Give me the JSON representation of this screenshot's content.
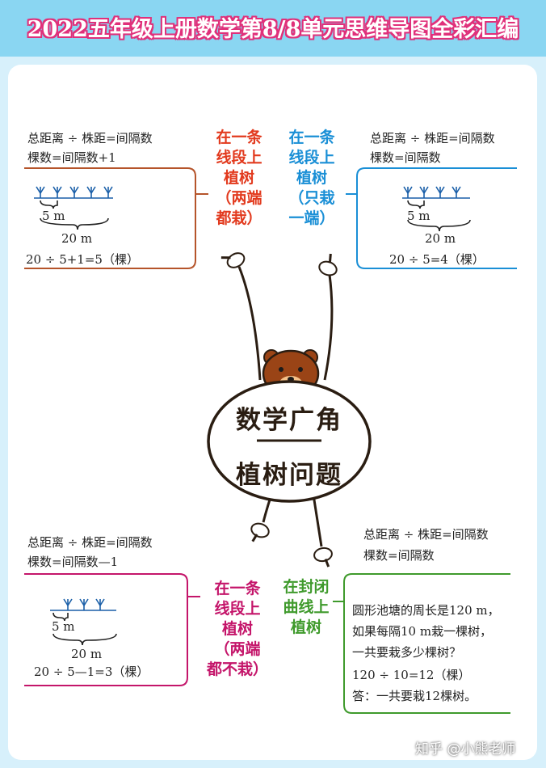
{
  "header": {
    "title": "2022五年级上册数学第8/8单元思维导图全彩汇编"
  },
  "center": {
    "line1": "数学广角",
    "line2": "植树问题"
  },
  "branch_tl": {
    "title_lines": [
      "在一条",
      "线段上",
      "植树",
      "（两端",
      "都栽）"
    ],
    "formula1": "总距离 ÷ 株距=间隔数",
    "formula2": "棵数=间隔数+1",
    "seg_label": "5 m",
    "total_label": "20 m",
    "calc": "20 ÷ 5+1=5（棵）",
    "color": "#e23a1e"
  },
  "branch_tr": {
    "title_lines": [
      "在一条",
      "线段上",
      "植树",
      "（只栽",
      "一端）"
    ],
    "formula1": "总距离 ÷ 株距=间隔数",
    "formula2": "棵数=间隔数",
    "seg_label": "5 m",
    "total_label": "20 m",
    "calc": "20 ÷ 5=4（棵）",
    "color": "#1a8fd6"
  },
  "branch_bl": {
    "title_lines": [
      "在一条",
      "线段上",
      "植树",
      "（两端",
      "都不栽）"
    ],
    "formula1": "总距离 ÷ 株距=间隔数",
    "formula2": "棵数=间隔数—1",
    "seg_label": "5 m",
    "total_label": "20 m",
    "calc": "20 ÷ 5—1=3（棵）",
    "color": "#c4156a"
  },
  "branch_br": {
    "title_lines": [
      "在封闭",
      "曲线上",
      "植树"
    ],
    "formula1": "总距离 ÷ 株距=间隔数",
    "formula2": "棵数=间隔数",
    "problem_lines": [
      "圆形池塘的周长是120 m，",
      "如果每隔10 m栽一棵树，",
      "一共要栽多少棵树？",
      "120 ÷ 10=12（棵）",
      "答：一共要栽12棵树。"
    ],
    "color": "#3f9a2c"
  },
  "watermark": "知乎 @小熊老师"
}
